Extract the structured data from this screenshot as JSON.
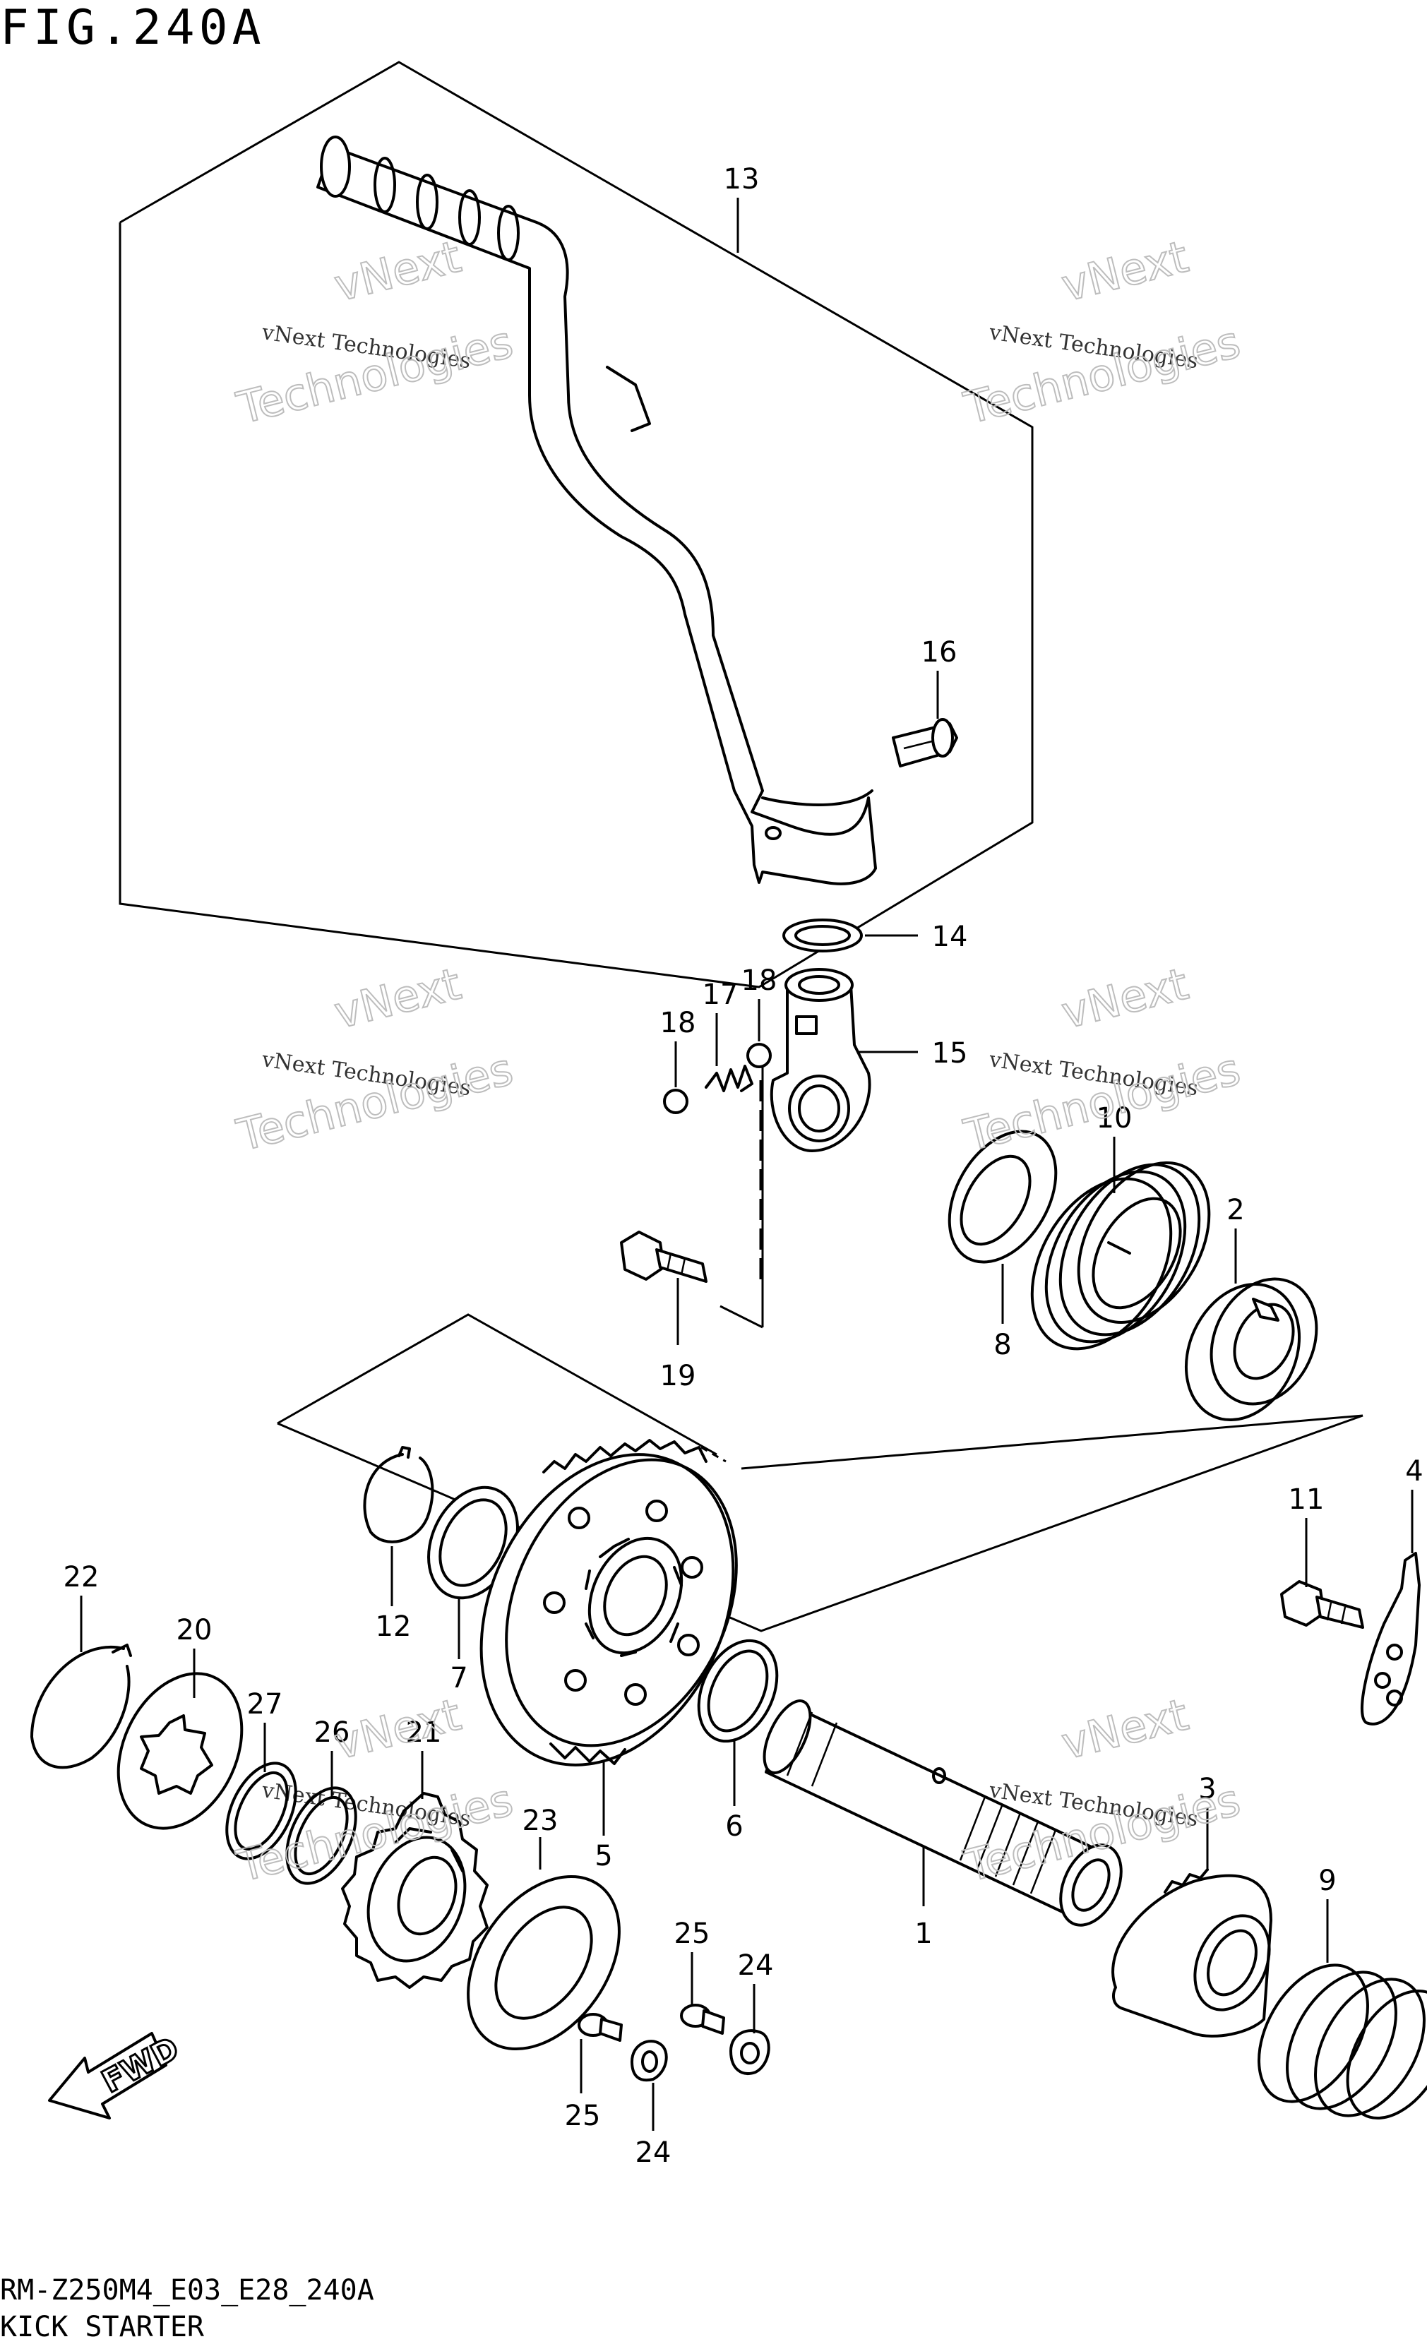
{
  "figure": {
    "title": "FIG.240A",
    "model_code": "RM-Z250M4_E03_E28_240A",
    "section": "KICK STARTER"
  },
  "watermark": {
    "line1": "vNext Technologies",
    "line2": "vNext",
    "line3": "Technologies"
  },
  "direction_marker": {
    "label": "FWD",
    "icon": "arrow-left-icon"
  },
  "callouts": [
    "1",
    "2",
    "3",
    "4",
    "5",
    "6",
    "7",
    "8",
    "9",
    "10",
    "11",
    "12",
    "13",
    "14",
    "15",
    "16",
    "17",
    "18",
    "18",
    "19",
    "20",
    "21",
    "22",
    "23",
    "24",
    "24",
    "25",
    "25",
    "26",
    "27"
  ]
}
